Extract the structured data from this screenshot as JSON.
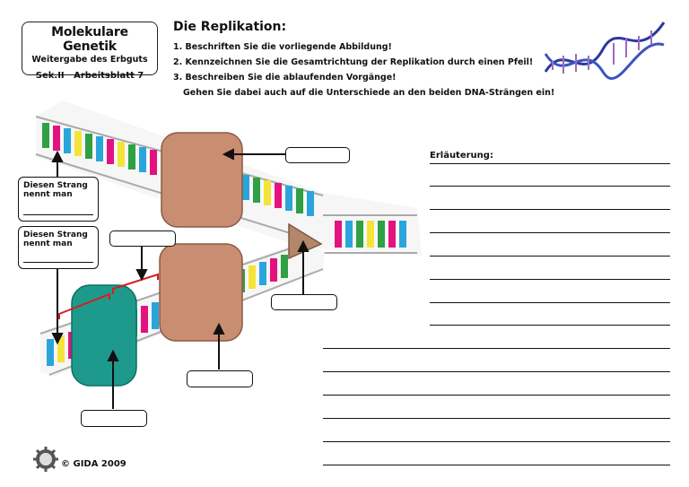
{
  "title_box": {
    "title": "Molekulare Genetik",
    "subtitle": "Weitergabe des Erbguts",
    "sheet": "Sek.II   Arbeitsblatt 7"
  },
  "heading": "Die Replikation:",
  "tasks": [
    "1. Beschriften Sie die vorliegende Abbildung!",
    "2. Kennzeichnen Sie die Gesamtrichtung der Replikation durch einen Pfeil!",
    "3. Beschreiben Sie die ablaufenden Vorgänge!",
    "Gehen Sie dabei auch auf die Unterschiede an den beiden DNA-Strängen ein!"
  ],
  "strand_labels": {
    "upper": [
      "Diesen Strang",
      "nennt man"
    ],
    "lower": [
      "Diesen Strang",
      "nennt man"
    ]
  },
  "explanation_label": "Erläuterung:",
  "footer": "© GIDA 2009",
  "logo_text": "GIDA"
}
